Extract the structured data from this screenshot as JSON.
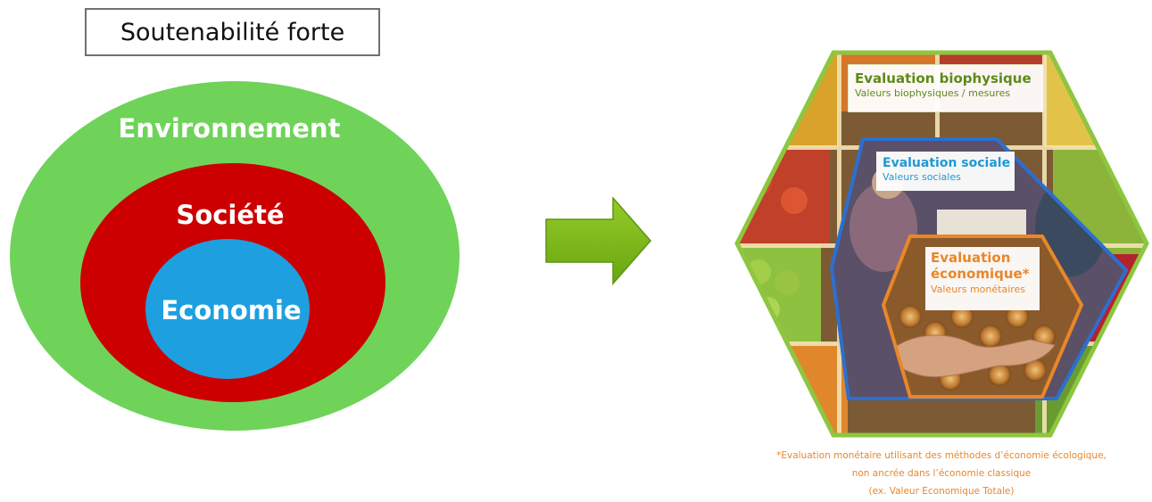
{
  "left_diagram": {
    "title": "Soutenabilité forte",
    "outer_label": "Environnement",
    "middle_label": "Société",
    "inner_label": "Economie",
    "colors": {
      "environment": "#6fd35a",
      "society": "#cc0000",
      "economy": "#1ea0e0"
    }
  },
  "arrow": {
    "color": "#7cb518",
    "direction": "right"
  },
  "right_diagram": {
    "biophysical": {
      "title": "Evaluation biophysique",
      "subtitle": "Valeurs biophysiques / mesures",
      "color": "#5d8a1a"
    },
    "social": {
      "title": "Evaluation sociale",
      "subtitle": "Valeurs sociales",
      "color": "#1d9ad6"
    },
    "economic": {
      "title_line1": "Evaluation",
      "title_line2": "économique*",
      "subtitle": "Valeurs monétaires",
      "color": "#e8872a"
    },
    "footnote_line1": "*Evaluation monétaire utilisant des méthodes d’économie écologique,",
    "footnote_line2": "non ancrée dans l’économie classique",
    "footnote_line3": "(ex. Valeur Economique Totale)"
  }
}
